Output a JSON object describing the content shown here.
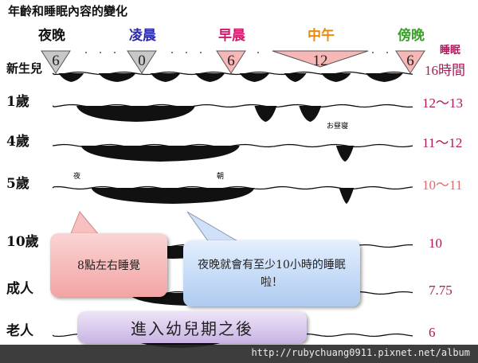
{
  "title": "年齡和睡眠內容的變化",
  "timeline": [
    {
      "label": "夜晚",
      "value": "6",
      "color": "#111111",
      "fill": "#c8c8c8"
    },
    {
      "label": "凌晨",
      "value": "0",
      "color": "#2a2aa8",
      "fill": "#c8c8c8"
    },
    {
      "label": "早晨",
      "value": "6",
      "color": "#d0186a",
      "fill": "#f7b7b7"
    },
    {
      "label": "中午",
      "value": "12",
      "color": "#e98a12",
      "fill": "#f7b7b7"
    },
    {
      "label": "傍晚",
      "value": "6",
      "color": "#3aa02a",
      "fill": "#f7b7b7"
    }
  ],
  "sleep_header": "睡眠",
  "rows": [
    {
      "age": "新生兒",
      "hours": "16時間",
      "sleep": [
        [
          18.3,
          20
        ],
        [
          21,
          23.5
        ],
        [
          24.5,
          26.5
        ],
        [
          27.5,
          29.5
        ],
        [
          30.5,
          32.5
        ],
        [
          33.5,
          35
        ],
        [
          36,
          38
        ],
        [
          39,
          41.5
        ]
      ]
    },
    {
      "age": "1歲",
      "hours": "12～13",
      "sleep": [
        [
          19.5,
          27.5
        ],
        [
          31.5,
          33
        ],
        [
          34.5,
          36
        ]
      ]
    },
    {
      "age": "4歲",
      "hours": "11～12",
      "sleep": [
        [
          19.8,
          30.5
        ],
        [
          37,
          38.2
        ]
      ]
    },
    {
      "age": "5歲",
      "hours": "10～11",
      "sleep": [
        [
          20.5,
          31.5
        ],
        [
          37.2,
          38.2
        ]
      ],
      "notes": [
        "夜",
        "朝"
      ]
    },
    {
      "age": "10歲",
      "hours": "10",
      "sleep": [
        [
          21,
          31
        ]
      ]
    },
    {
      "age": "成人",
      "hours": "7.75",
      "sleep": [
        [
          23,
          31
        ]
      ]
    },
    {
      "age": "老人",
      "hours": "6",
      "sleep": [
        [
          23,
          30
        ]
      ]
    }
  ],
  "nap_label": "お昼寝",
  "callouts": {
    "pink": "8點左右睡覺",
    "blue": "夜晚就會有至少10小時的睡眠啦！",
    "purple": "進入幼兒期之後"
  },
  "footer": "http://rubychuang0911.pixnet.net/album"
}
